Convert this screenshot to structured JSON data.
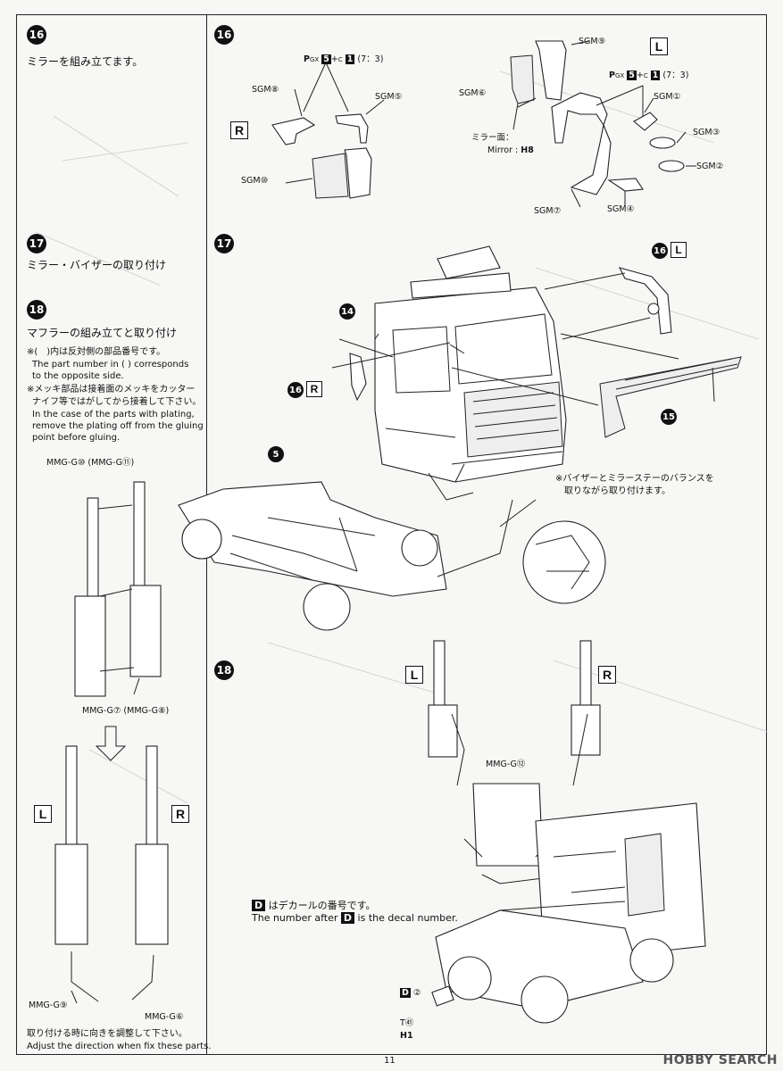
{
  "page_number": "11",
  "watermark": "HOBBY SEARCH",
  "left_column": {
    "step16": {
      "num": "16",
      "title": "ミラーを組み立てます。"
    },
    "step17": {
      "num": "17",
      "title": "ミラー・バイザーの取り付け"
    },
    "step18": {
      "num": "18",
      "title": "マフラーの組み立てと取り付け",
      "note1_jp": "※(　)内は反対側の部品番号です。",
      "note1_en_a": "The part number in (  ) corresponds",
      "note1_en_b": "to the opposite side.",
      "note2_jp_a": "※メッキ部品は接着面のメッキをカッター",
      "note2_jp_b": "ナイフ等ではがしてから接着して下さい。",
      "note2_en_a": "In the case of the parts with plating,",
      "note2_en_b": "remove the plating off from the gluing",
      "note2_en_c": "point before gluing.",
      "label_top": "MMG-G⑩ (MMG-G⑪)",
      "label_mid": "MMG-G⑦ (MMG-G⑧)",
      "side_L": "L",
      "side_R": "R",
      "label_9": "MMG-G⑨",
      "label_6": "MMG-G⑥",
      "adjust_jp": "取り付ける時に向きを調整して下さい。",
      "adjust_en": "Adjust the direction when fix these parts."
    }
  },
  "right_column": {
    "step16": {
      "num": "16",
      "side_R": "R",
      "side_L": "L",
      "paint_R": "(7：3)",
      "paint_L": "(7：3)",
      "paint_prefix": "P",
      "paint_gx": "GX",
      "paint_5": "5",
      "paint_plus": "+",
      "paint_c": "C",
      "paint_1": "1",
      "sgm8": "SGM⑧",
      "sgm5": "SGM⑤",
      "sgm10": "SGM⑩",
      "sgm9": "SGM⑨",
      "sgm6": "SGM⑥",
      "sgm1": "SGM①",
      "sgm3": "SGM③",
      "sgm2": "SGM②",
      "sgm7": "SGM⑦",
      "sgm4": "SGM④",
      "mirror_jp": "ミラー面：",
      "mirror_en": "Mirror :",
      "mirror_paint": "H8"
    },
    "step17": {
      "num": "17",
      "ref14": "14",
      "ref15": "15",
      "ref16L_num": "16",
      "ref16L_side": "L",
      "ref16R_num": "16",
      "ref16R_side": "R",
      "ref5": "5",
      "note_a": "※バイザーとミラーステーのバランスを",
      "note_b": "取りながら取り付けます。"
    },
    "step18": {
      "num": "18",
      "side_L": "L",
      "side_R": "R",
      "mmg12": "MMG-G⑫",
      "decal_key": "D",
      "decal_jp": "はデカールの番号です。",
      "decal_en_a": "The number after",
      "decal_en_b": "is the decal number.",
      "d2": "②",
      "t41": "T㊶",
      "ph1": "H1"
    }
  }
}
